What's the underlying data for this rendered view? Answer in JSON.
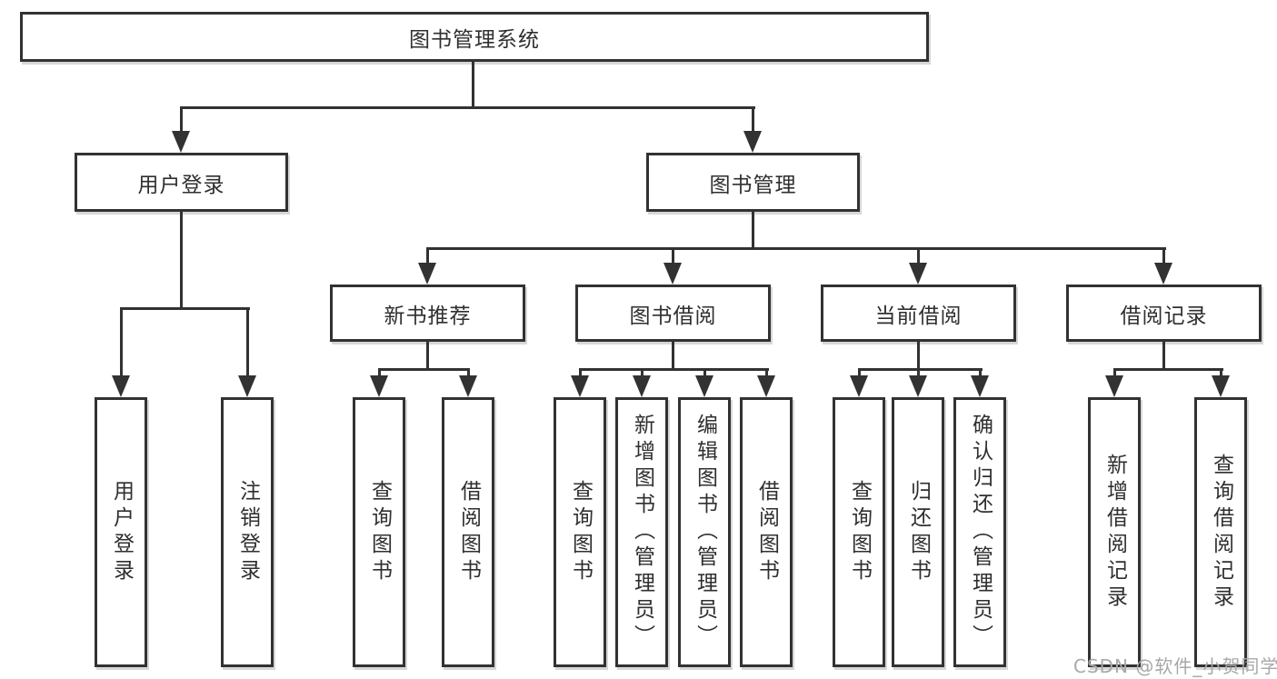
{
  "diagram": {
    "root": {
      "label": "图书管理系统"
    },
    "level2": {
      "user_login": {
        "label": "用户登录"
      },
      "book_management": {
        "label": "图书管理"
      }
    },
    "level3": {
      "new_book_recommend": {
        "label": "新书推荐"
      },
      "book_borrowing": {
        "label": "图书借阅"
      },
      "current_borrowing": {
        "label": "当前借阅"
      },
      "borrowing_records": {
        "label": "借阅记录"
      }
    },
    "leaves": {
      "user_login": {
        "label": "用户登录"
      },
      "logout": {
        "label": "注销登录"
      },
      "query_books_recommend": {
        "label": "查询图书"
      },
      "borrow_books_recommend": {
        "label": "借阅图书"
      },
      "query_books_borrowing": {
        "label": "查询图书"
      },
      "add_books_admin": {
        "label": "新增图书（管理员）"
      },
      "edit_books_admin": {
        "label": "编辑图书（管理员）"
      },
      "borrow_books_borrowing": {
        "label": "借阅图书"
      },
      "query_books_current": {
        "label": "查询图书"
      },
      "return_books": {
        "label": "归还图书"
      },
      "confirm_return_admin": {
        "label": "确认归还（管理员）"
      },
      "add_borrow_record": {
        "label": "新增借阅记录"
      },
      "query_borrow_record": {
        "label": "查询借阅记录"
      }
    },
    "watermark": {
      "text": "CSDN @软件_小贺同学"
    },
    "colors": {
      "line": "#323232",
      "text": "#2f2f2f",
      "watermark": "#a8a8a8",
      "background": "#ffffff"
    }
  }
}
